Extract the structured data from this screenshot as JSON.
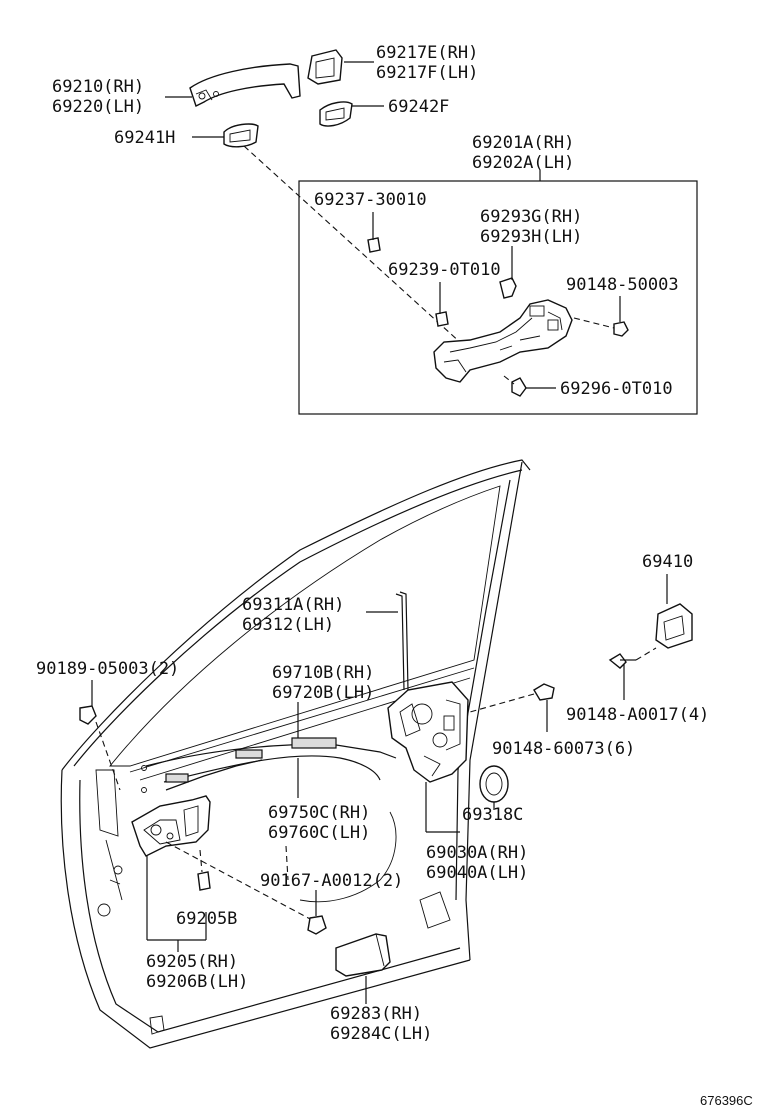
{
  "labels": {
    "p69210": "69210(RH)",
    "p69220": "69220(LH)",
    "p69217e": "69217E(RH)",
    "p69217f": "69217F(LH)",
    "p69242f": "69242F",
    "p69241h": "69241H",
    "p69201a": "69201A(RH)",
    "p69202a": "69202A(LH)",
    "p69237": "69237-30010",
    "p69293g": "69293G(RH)",
    "p69293h": "69293H(LH)",
    "p69239": "69239-0T010",
    "p90148_50003": "90148-50003",
    "p69296": "69296-0T010",
    "p69410": "69410",
    "p69311a": "69311A(RH)",
    "p69312": "69312(LH)",
    "p90189": "90189-05003(2)",
    "p69710b": "69710B(RH)",
    "p69720b": "69720B(LH)",
    "p90148_a0017": "90148-A0017(4)",
    "p90148_60073": "90148-60073(6)",
    "p69750c": "69750C(RH)",
    "p69760c": "69760C(LH)",
    "p69318c": "69318C",
    "p69030a": "69030A(RH)",
    "p69040a": "69040A(LH)",
    "p90167": "90167-A0012(2)",
    "p69205b": "69205B",
    "p69205": "69205(RH)",
    "p69206b": "69206B(LH)",
    "p69283": "69283(RH)",
    "p69284c": "69284C(LH)",
    "ref_code": "676396C"
  }
}
